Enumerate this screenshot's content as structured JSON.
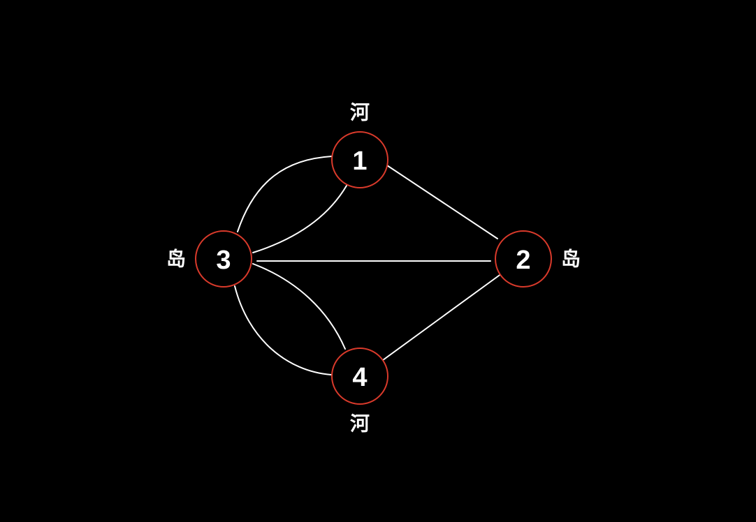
{
  "graph": {
    "colors": {
      "background": "#000000",
      "edge": "#ffffff",
      "node_fill": "#000000",
      "node_stroke": "#d93a2b",
      "text": "#ffffff"
    },
    "nodes": [
      {
        "id": "1",
        "label": "1",
        "annotation": "河"
      },
      {
        "id": "2",
        "label": "2",
        "annotation": "岛"
      },
      {
        "id": "3",
        "label": "3",
        "annotation": "岛"
      },
      {
        "id": "4",
        "label": "4",
        "annotation": "河"
      }
    ],
    "edges": [
      {
        "from": "3",
        "to": "1",
        "kind": "curved-outer"
      },
      {
        "from": "3",
        "to": "1",
        "kind": "curved-inner"
      },
      {
        "from": "3",
        "to": "2",
        "kind": "straight"
      },
      {
        "from": "3",
        "to": "4",
        "kind": "curved-inner"
      },
      {
        "from": "3",
        "to": "4",
        "kind": "curved-outer"
      },
      {
        "from": "1",
        "to": "2",
        "kind": "straight"
      },
      {
        "from": "4",
        "to": "2",
        "kind": "straight"
      }
    ]
  }
}
